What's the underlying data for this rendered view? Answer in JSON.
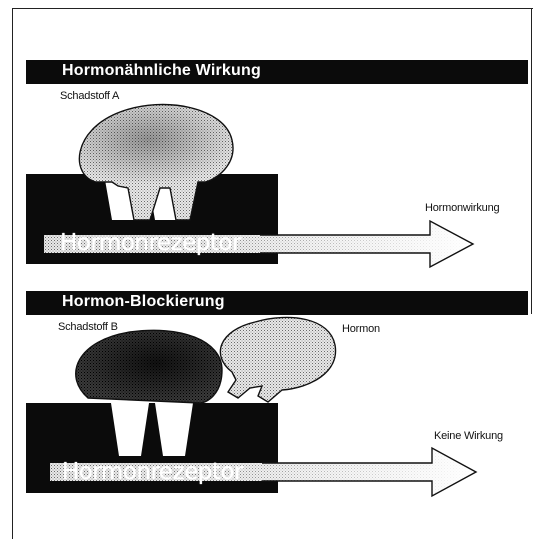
{
  "panel_top": {
    "title": "Hormonähnliche Wirkung",
    "substance_label": "Schadstoff A",
    "receptor_label": "Hormonrezeptor",
    "effect_label": "Hormonwirkung"
  },
  "panel_bottom": {
    "title": "Hormon-Blockierung",
    "substance_label": "Schadstoff B",
    "hormone_label": "Hormon",
    "receptor_label": "Hormonrezeptor",
    "effect_label": "Keine Wirkung"
  },
  "colors": {
    "dark": "#0b0b0b",
    "pattern_light": "#bdbdbd",
    "pattern_mid": "#8a8a8a"
  }
}
